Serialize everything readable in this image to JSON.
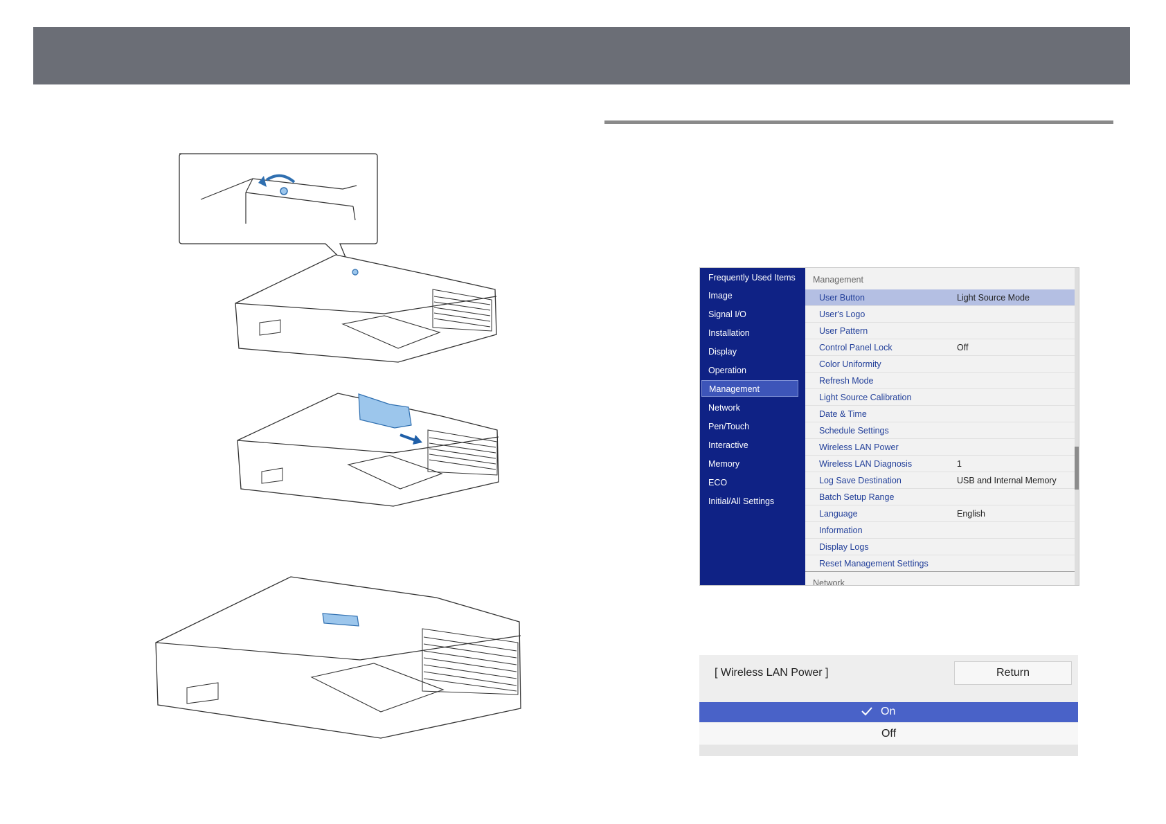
{
  "menu": {
    "left_items": [
      "Frequently Used Items",
      "Image",
      "Signal I/O",
      "Installation",
      "Display",
      "Operation",
      "Management",
      "Network",
      "Pen/Touch",
      "Interactive",
      "Memory",
      "ECO",
      "Initial/All Settings"
    ],
    "active_item": "Management",
    "section_title": "Management",
    "next_section_title": "Network",
    "rows": [
      {
        "label": "User Button",
        "value": "Light Source Mode"
      },
      {
        "label": "User's Logo",
        "value": ""
      },
      {
        "label": "User Pattern",
        "value": ""
      },
      {
        "label": "Control Panel Lock",
        "value": "Off"
      },
      {
        "label": "Color Uniformity",
        "value": ""
      },
      {
        "label": "Refresh Mode",
        "value": ""
      },
      {
        "label": "Light Source Calibration",
        "value": ""
      },
      {
        "label": "Date & Time",
        "value": ""
      },
      {
        "label": "Schedule Settings",
        "value": ""
      },
      {
        "label": "Wireless LAN Power",
        "value": ""
      },
      {
        "label": "Wireless LAN Diagnosis",
        "value": "1"
      },
      {
        "label": "Log Save Destination",
        "value": "USB and Internal Memory"
      },
      {
        "label": "Batch Setup Range",
        "value": ""
      },
      {
        "label": "Language",
        "value": "English"
      },
      {
        "label": "Information",
        "value": ""
      },
      {
        "label": "Display Logs",
        "value": ""
      },
      {
        "label": "Reset Management Settings",
        "value": ""
      }
    ]
  },
  "option_dialog": {
    "title": "[ Wireless LAN Power ]",
    "return_label": "Return",
    "options": [
      "On",
      "Off"
    ],
    "selected": "On",
    "check_icon": "checkmark-icon"
  },
  "colors": {
    "header_bar": "#6b6e76",
    "menu_left_bg": "#0f2285",
    "menu_active": "#3d55b9",
    "row_selected": "#b4bfe3",
    "option_selected": "#4962c8",
    "illustration_accent": "#5b9fd6"
  }
}
